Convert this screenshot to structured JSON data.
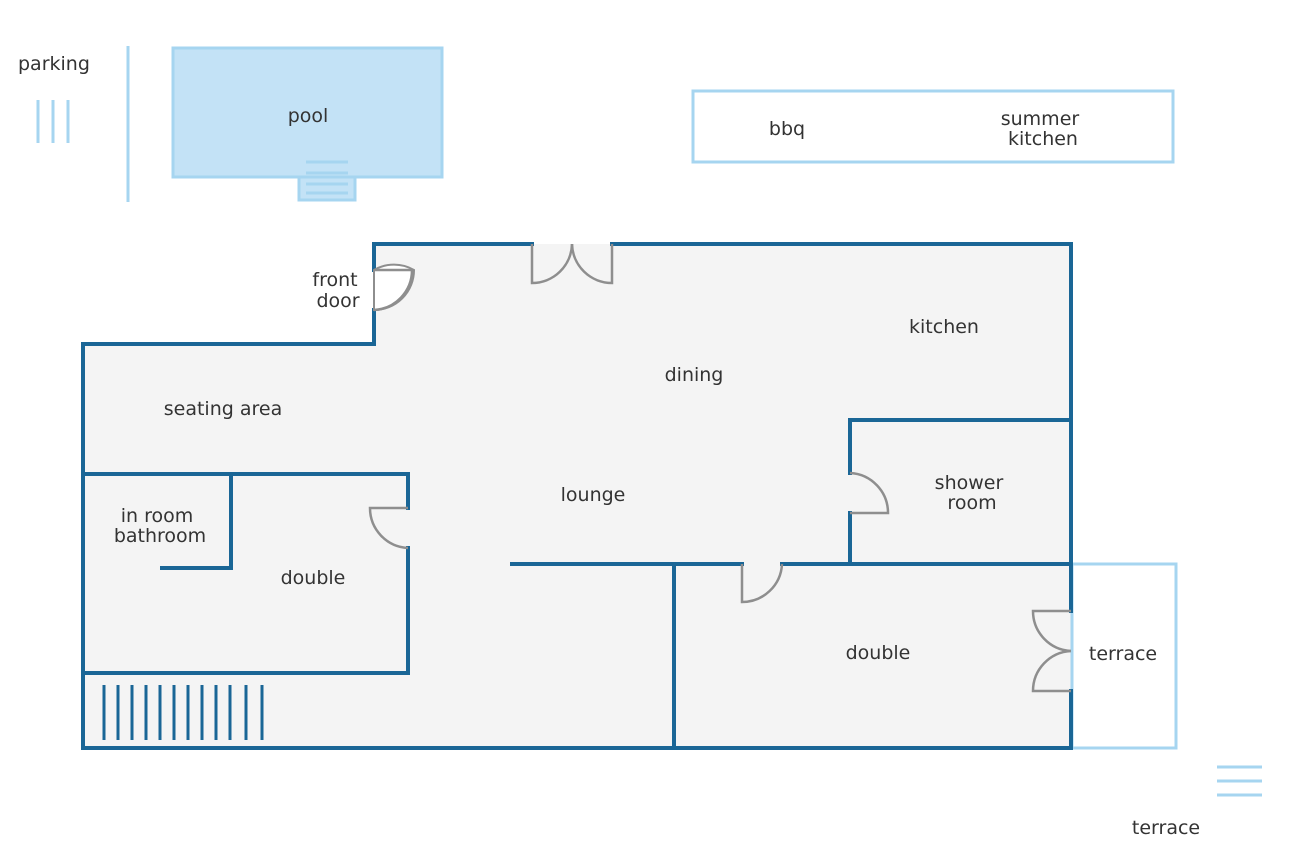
{
  "outdoor": {
    "parking": "parking",
    "pool": "pool",
    "bbq": "bbq",
    "summer_kitchen": [
      "summer",
      "kitchen"
    ]
  },
  "rooms": {
    "front_door": [
      "front",
      "door"
    ],
    "kitchen": "kitchen",
    "dining": "dining",
    "seating_area": "seating area",
    "lounge": "lounge",
    "in_room_bathroom": [
      "in room",
      "bathroom"
    ],
    "double_left": "double",
    "shower_room": [
      "shower",
      "room"
    ],
    "double_right": "double",
    "terrace_side": "terrace",
    "terrace_bottom": "terrace"
  },
  "colors": {
    "wall": "#1a6696",
    "floor": "#f4f4f4",
    "pool_fill": "#c3e2f6",
    "light_outline": "#a6d5f0",
    "door": "#8e8e8e",
    "text": "#333333"
  }
}
